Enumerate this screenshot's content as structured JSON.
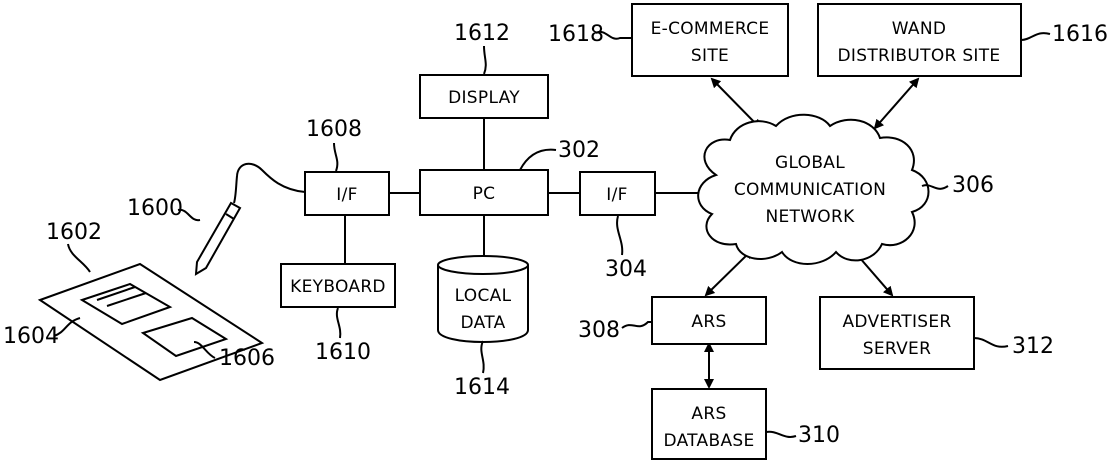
{
  "nodes": {
    "display": {
      "label": "DISPLAY",
      "ref": "1612"
    },
    "pc": {
      "label": "PC",
      "ref": "302"
    },
    "if_left": {
      "label": "I/F",
      "ref": "1608"
    },
    "if_right": {
      "label": "I/F",
      "ref": "304"
    },
    "keyboard": {
      "label": "KEYBOARD",
      "ref": "1610"
    },
    "local_data": {
      "label_line1": "LOCAL",
      "label_line2": "DATA",
      "ref": "1614"
    },
    "ecommerce": {
      "label_line1": "E-COMMERCE",
      "label_line2": "SITE",
      "ref": "1618"
    },
    "wand_distributor": {
      "label_line1": "WAND",
      "label_line2": "DISTRIBUTOR  SITE",
      "ref": "1616"
    },
    "network": {
      "label_line1": "GLOBAL",
      "label_line2": "COMMUNICATION",
      "label_line3": "NETWORK",
      "ref": "306"
    },
    "ars": {
      "label": "ARS",
      "ref": "308"
    },
    "ars_database": {
      "label_line1": "ARS",
      "label_line2": "DATABASE",
      "ref": "310"
    },
    "advertiser_server": {
      "label_line1": "ADVERTISER",
      "label_line2": "SERVER",
      "ref": "312"
    },
    "wand": {
      "ref": "1600"
    },
    "page": {
      "ref": "1602"
    },
    "page_region_a": {
      "ref": "1604"
    },
    "page_region_b": {
      "ref": "1606"
    }
  }
}
